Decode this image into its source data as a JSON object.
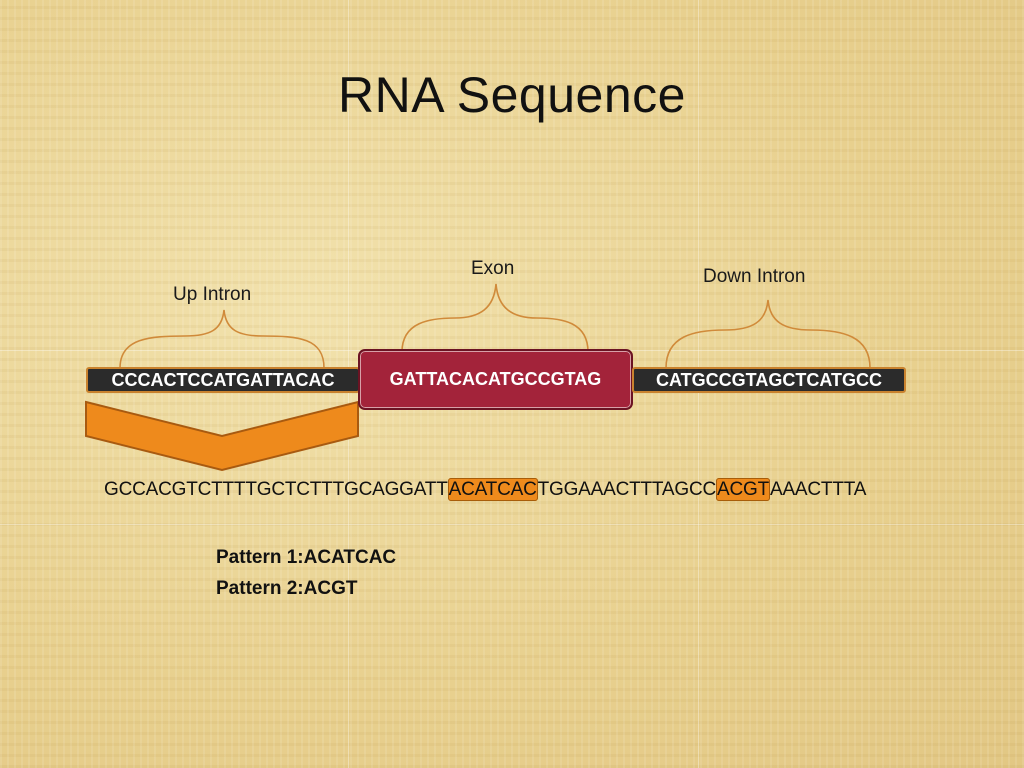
{
  "title": "RNA Sequence",
  "labels": {
    "up_intron": "Up Intron",
    "exon": "Exon",
    "down_intron": "Down Intron"
  },
  "segments": {
    "up_intron": "CCCACTCCATGATTACAC",
    "exon": "GATTACACATGCCGTAG",
    "down_intron": "CATGCCGTAGCTCATGCC"
  },
  "sequence": {
    "part1": "GCCACGTCTTTTGCTCTTTGCAGGATT",
    "match1": "ACATCAC",
    "part2": "TGGAAACTTTAGCC",
    "match2": "ACGT",
    "part3": "AAACTTTA"
  },
  "patterns": {
    "p1": "Pattern 1:ACATCAC",
    "p2": "Pattern 2:ACGT"
  },
  "colors": {
    "intron_fill": "#2b2b2b",
    "exon_fill": "#a3233a",
    "highlight": "#ee8a1c",
    "arrow": "#ee8a1c"
  }
}
